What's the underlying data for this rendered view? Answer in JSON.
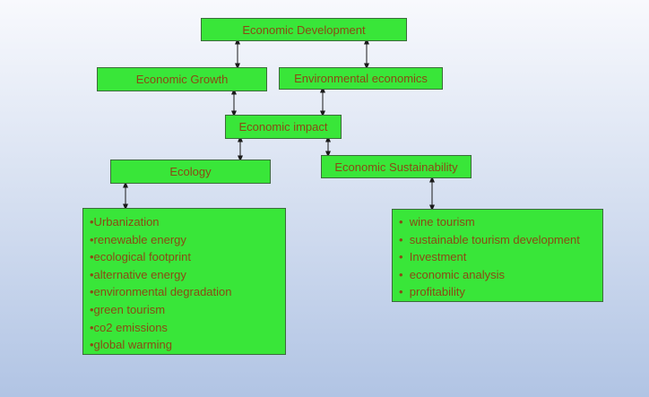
{
  "nodes": {
    "economic_development": "Economic Development",
    "economic_growth": "Economic Growth",
    "environmental_economics": "Environmental economics",
    "economic_impact": "Economic impact",
    "ecology": "Ecology",
    "economic_sustainability": "Economic Sustainability"
  },
  "ecology_list": [
    "•Urbanization",
    "•renewable energy",
    "•ecological footprint",
    "•alternative energy",
    "•environmental degradation",
    "•green tourism",
    "•co2 emissions",
    "•global warming"
  ],
  "sustainability_list": [
    "•  wine tourism",
    "•  sustainable tourism development",
    "•  Investment",
    "•  economic analysis",
    "•  profitability"
  ]
}
